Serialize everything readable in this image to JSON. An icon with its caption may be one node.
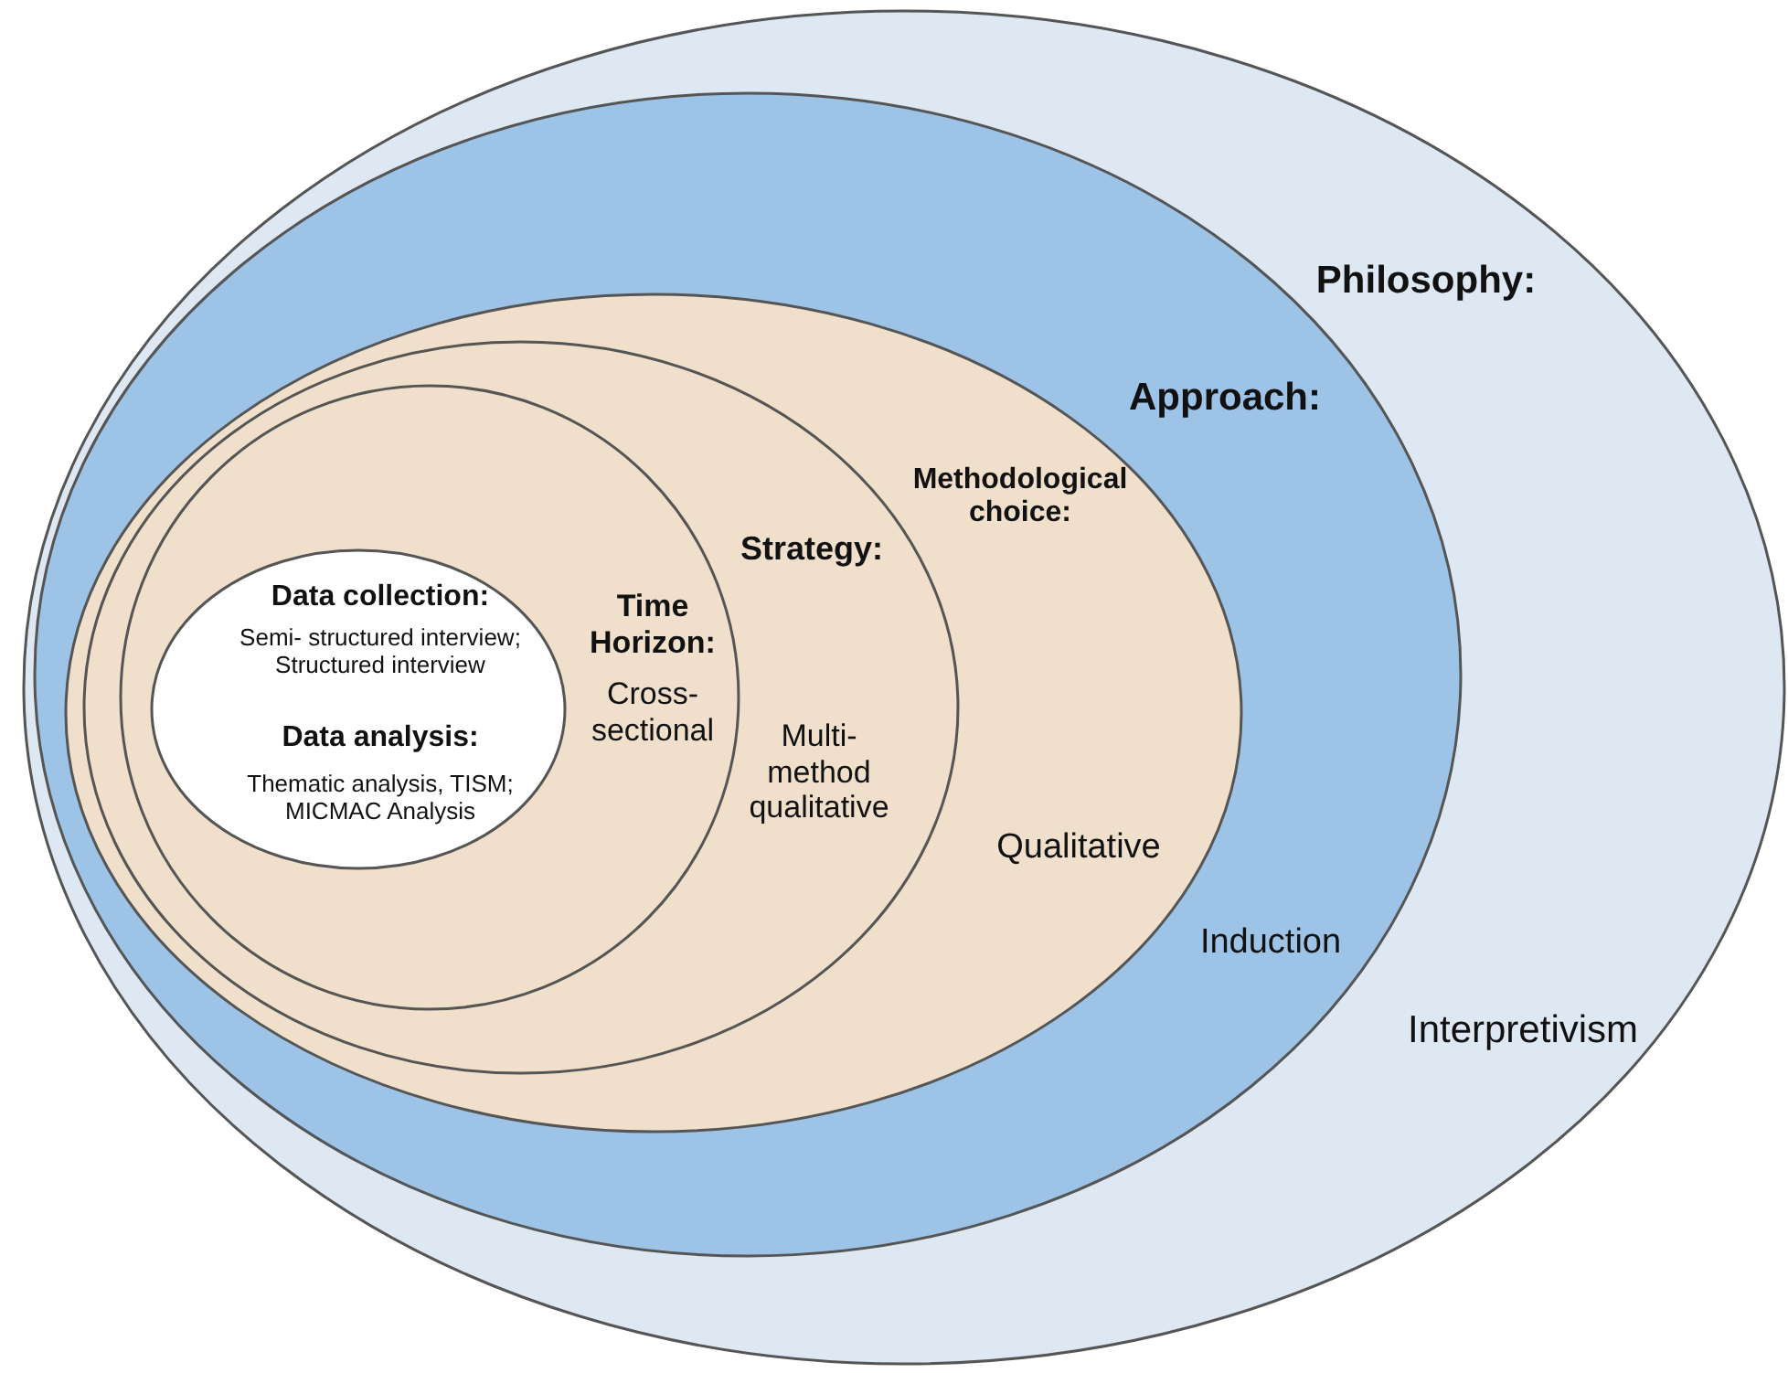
{
  "diagram": {
    "nodes": [
      {
        "text": [
          "Philosophy:",
          "Interpretivism"
        ]
      },
      {
        "text": [
          "Approach:",
          "Induction"
        ],
        "in": 0
      },
      {
        "text": [
          "Methodological choice:",
          "Qualitative"
        ],
        "in": 1
      },
      {
        "text": [
          "Strategy:",
          "Multi- method qualitative"
        ],
        "in": 2
      },
      {
        "text": [
          "Time Horizon:",
          "Cross- sectional"
        ],
        "in": 3
      },
      {
        "text": [
          "Data collection:",
          "Semi- structured interview; Structured interview",
          "Data analysis:",
          "Thematic analysis, TISM; MICMAC Analysis"
        ],
        "in": 4
      }
    ]
  }
}
